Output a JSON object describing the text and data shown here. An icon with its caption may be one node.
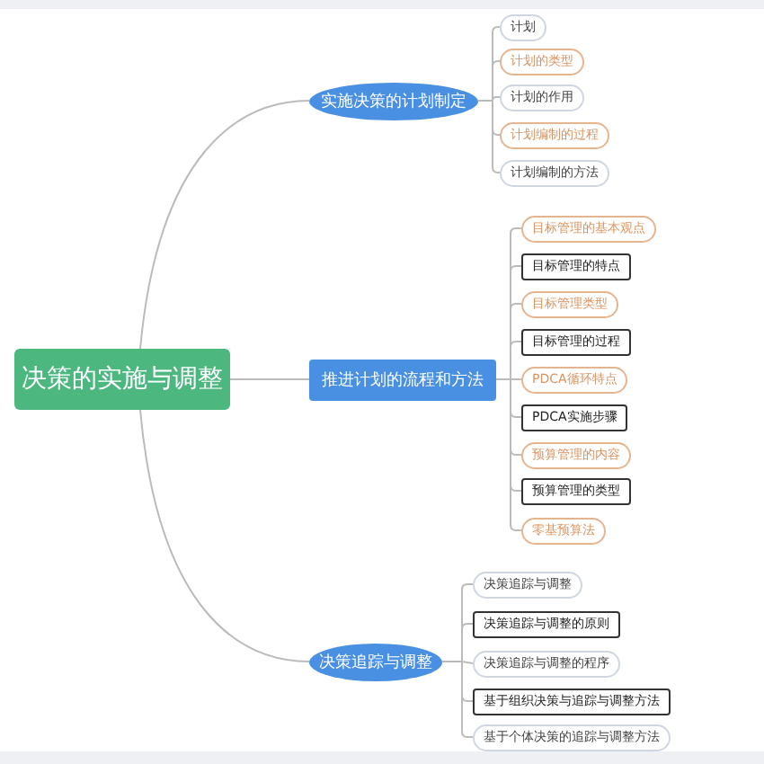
{
  "diagram": {
    "nodes": [
      {
        "text": [
          "决策的实施与调整"
        ]
      },
      {
        "text": [
          "实施决策的计划制定"
        ]
      },
      {
        "text": [
          "计划"
        ]
      },
      {
        "text": [
          "计划的类型"
        ]
      },
      {
        "text": [
          "计划的作用"
        ]
      },
      {
        "text": [
          "计划编制的过程"
        ]
      },
      {
        "text": [
          "计划编制的方法"
        ]
      },
      {
        "text": [
          "推进计划的流程和方法"
        ]
      },
      {
        "text": [
          "目标管理的基本观点"
        ]
      },
      {
        "text": [
          "目标管理的特点"
        ]
      },
      {
        "text": [
          "目标管理类型"
        ]
      },
      {
        "text": [
          "目标管理的过程"
        ]
      },
      {
        "text": [
          "PDCA循环特点"
        ]
      },
      {
        "text": [
          "PDCA实施步骤"
        ]
      },
      {
        "text": [
          "预算管理的内容"
        ]
      },
      {
        "text": [
          "预算管理的类型"
        ]
      },
      {
        "text": [
          "零基预算法"
        ]
      },
      {
        "text": [
          "决策追踪与调整"
        ]
      },
      {
        "text": [
          "决策追踪与调整"
        ]
      },
      {
        "text": [
          "决策追踪与调整的原则"
        ]
      },
      {
        "text": [
          "决策追踪与调整的程序"
        ]
      },
      {
        "text": [
          "基于组织决策与追踪与调整方法"
        ]
      },
      {
        "text": [
          "基于个体决策的追踪与调整方法"
        ]
      }
    ],
    "edges": [
      {
        "from": 0,
        "to": 1,
        "arrow": "none"
      },
      {
        "from": 0,
        "to": 7,
        "arrow": "none"
      },
      {
        "from": 0,
        "to": 17,
        "arrow": "none"
      },
      {
        "from": 1,
        "to": 2,
        "arrow": "none"
      },
      {
        "from": 1,
        "to": 3,
        "arrow": "none"
      },
      {
        "from": 1,
        "to": 4,
        "arrow": "none"
      },
      {
        "from": 1,
        "to": 5,
        "arrow": "none"
      },
      {
        "from": 1,
        "to": 6,
        "arrow": "none"
      },
      {
        "from": 7,
        "to": 8,
        "arrow": "none"
      },
      {
        "from": 7,
        "to": 9,
        "arrow": "none"
      },
      {
        "from": 7,
        "to": 10,
        "arrow": "none"
      },
      {
        "from": 7,
        "to": 11,
        "arrow": "none"
      },
      {
        "from": 7,
        "to": 12,
        "arrow": "none"
      },
      {
        "from": 7,
        "to": 13,
        "arrow": "none"
      },
      {
        "from": 7,
        "to": 14,
        "arrow": "none"
      },
      {
        "from": 7,
        "to": 15,
        "arrow": "none"
      },
      {
        "from": 7,
        "to": 16,
        "arrow": "none"
      },
      {
        "from": 17,
        "to": 18,
        "arrow": "none"
      },
      {
        "from": 17,
        "to": 19,
        "arrow": "none"
      },
      {
        "from": 17,
        "to": 20,
        "arrow": "none"
      },
      {
        "from": 17,
        "to": 21,
        "arrow": "none"
      },
      {
        "from": 17,
        "to": 22,
        "arrow": "none"
      }
    ]
  }
}
